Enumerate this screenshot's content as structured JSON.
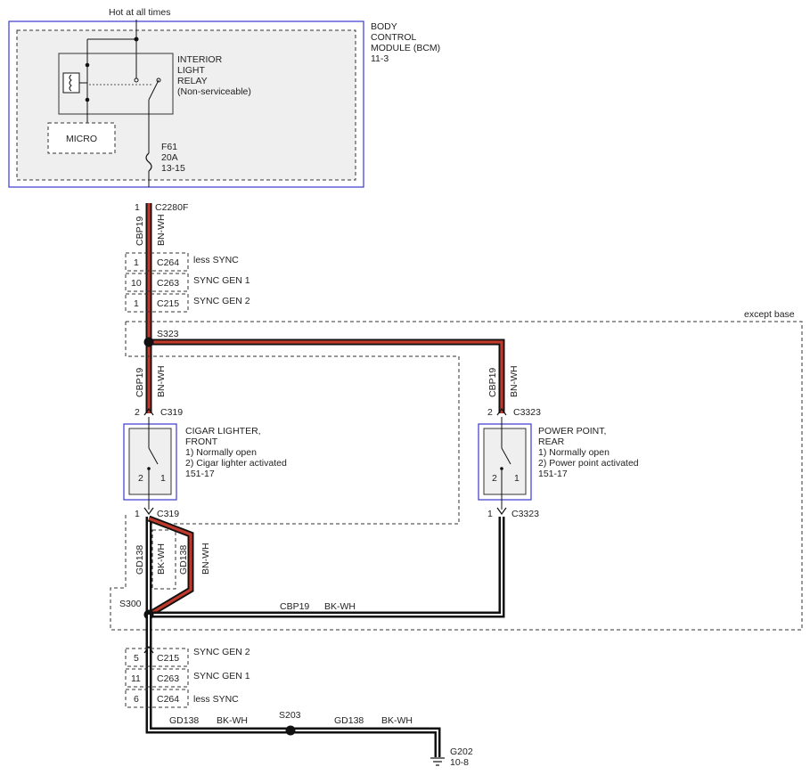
{
  "bcm": {
    "hot_label": "Hot at all times",
    "name": [
      "BODY",
      "CONTROL",
      "MODULE (BCM)",
      "11-3"
    ],
    "relay": [
      "INTERIOR",
      "LIGHT",
      "RELAY",
      "(Non-serviceable)"
    ],
    "micro": "MICRO",
    "fuse": [
      "F61",
      "20A",
      "13-15"
    ]
  },
  "connectors_top": {
    "c2280f_pin": "1",
    "c2280f": "C2280F",
    "wire_circuit": "CBP19",
    "wire_color": "BN-WH",
    "rows": [
      {
        "pin": "1",
        "conn": "C264",
        "note": "less SYNC"
      },
      {
        "pin": "10",
        "conn": "C263",
        "note": "SYNC GEN 1"
      },
      {
        "pin": "1",
        "conn": "C215",
        "note": "SYNC GEN 2"
      }
    ]
  },
  "splice_top": {
    "name": "S323",
    "except": "except base"
  },
  "left_branch": {
    "circuit": "CBP19",
    "color": "BN-WH",
    "top_pin": "2",
    "top_conn": "C319",
    "bottom_pin": "1",
    "bottom_conn": "C319",
    "title": [
      "CIGAR LIGHTER,",
      "FRONT"
    ],
    "desc": [
      "1) Normally open",
      "2) Cigar lighter activated",
      "151-17"
    ],
    "sw_pin_a": "2",
    "sw_pin_b": "1"
  },
  "right_branch": {
    "circuit": "CBP19",
    "color": "BN-WH",
    "top_pin": "2",
    "top_conn": "C3323",
    "bottom_pin": "1",
    "bottom_conn": "C3323",
    "title": [
      "POWER POINT,",
      "REAR"
    ],
    "desc": [
      "1) Normally open",
      "2) Power point activated",
      "151-17"
    ],
    "sw_pin_a": "2",
    "sw_pin_b": "1"
  },
  "lower": {
    "wire1_circuit": "GD138",
    "wire1_color": "BK-WH",
    "wire2_circuit": "GD138",
    "wire2_color": "BN-WH",
    "splice": "S300",
    "h_circuit": "CBP19",
    "h_color": "BK-WH",
    "rows": [
      {
        "pin": "5",
        "conn": "C215",
        "note": "SYNC GEN 2"
      },
      {
        "pin": "11",
        "conn": "C263",
        "note": "SYNC GEN 1"
      },
      {
        "pin": "6",
        "conn": "C264",
        "note": "less SYNC"
      }
    ],
    "bottom_left_circuit": "GD138",
    "bottom_left_color": "BK-WH",
    "splice2": "S203",
    "bottom_right_circuit": "GD138",
    "bottom_right_color": "BK-WH",
    "ground": "G202",
    "ground_ref": "10-8"
  }
}
